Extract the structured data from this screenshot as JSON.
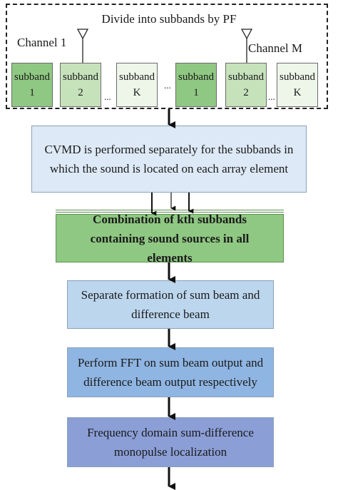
{
  "header": {
    "title": "Divide into subbands by PF",
    "channel_1": "Channel 1",
    "channel_m": "Channel M"
  },
  "channel_1_subbands": [
    {
      "line1": "subband",
      "line2": "1"
    },
    {
      "line1": "subband",
      "line2": "2"
    },
    {
      "line1": "subband",
      "line2": "K"
    }
  ],
  "channel_m_subbands": [
    {
      "line1": "subband",
      "line2": "1"
    },
    {
      "line1": "subband",
      "line2": "2"
    },
    {
      "line1": "subband",
      "line2": "K"
    }
  ],
  "ellipsis": "...",
  "steps": {
    "cvmd": "CVMD  is performed separately for the subbands in which the sound is located on each array element",
    "combination": "Combination of kth subbands containing sound sources in all elements",
    "beams": "Separate formation of sum beam and difference beam",
    "fft": "Perform FFT on sum beam output and difference beam output respectively",
    "localization": "Frequency domain sum-difference monopulse localization"
  },
  "colors": {
    "subband_1": "#8fc882",
    "subband_2": "#c6e2bb",
    "subband_k": "#eef6ea",
    "cvmd_box": "#dde9f6",
    "combination_box": "#8fc882",
    "beam_box": "#bcd6ee",
    "fft_box": "#8fb5e2",
    "localization_box": "#8b9ed6"
  },
  "icons": [
    "antenna-icon",
    "arrow-down-icon"
  ]
}
